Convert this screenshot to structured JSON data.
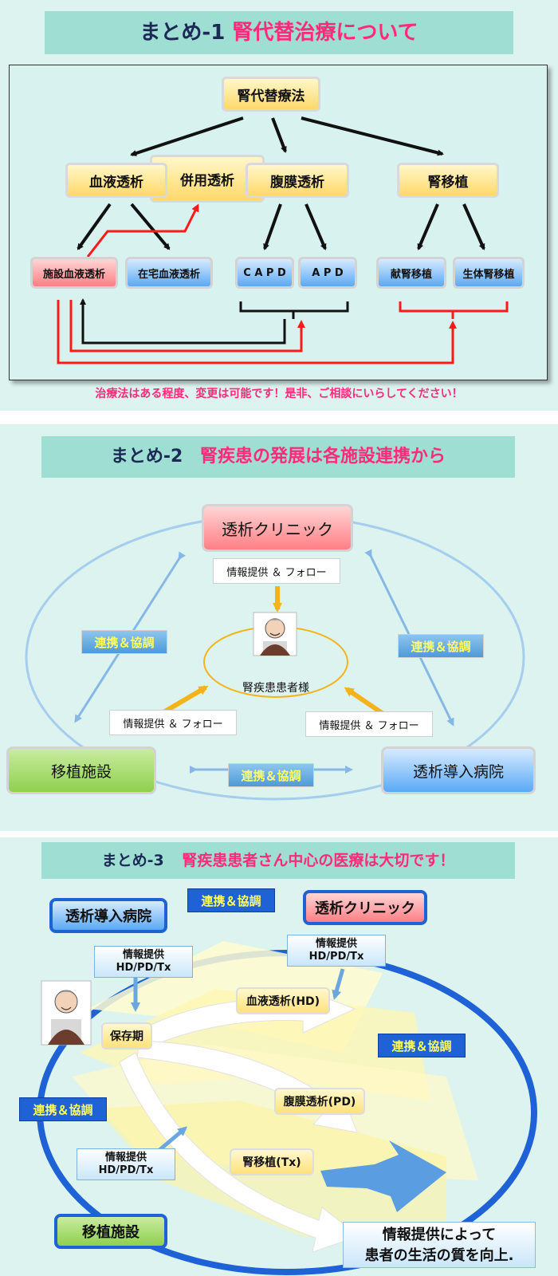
{
  "section1": {
    "banner_prefix": "まとめ-1",
    "banner_main": "腎代替治療について",
    "root": "腎代替療法",
    "level1": [
      "血液透析",
      "併用透析",
      "腹膜透析",
      "腎移植"
    ],
    "level2": [
      "施設血液透析",
      "在宅血液透析",
      "C A P D",
      "A P D",
      "献腎移植",
      "生体腎移植"
    ],
    "note": "治療法はある程度、変更は可能です！是非、ご相談にいらしてください！"
  },
  "section2": {
    "banner_prefix": "まとめ-2",
    "banner_main": "腎疾患の発展は各施設連携から",
    "clinic": "透析クリニック",
    "transplant": "移植施設",
    "hospital": "透析導入病院",
    "patient": "腎疾患患者様",
    "info_label": "情報提供 ＆ フォロー",
    "coop_label": "連携＆協調"
  },
  "section3": {
    "banner_prefix": "まとめ-3",
    "banner_main": "腎疾患患者さん中心の医療は大切です！",
    "hospital": "透析導入病院",
    "clinic": "透析クリニック",
    "transplant": "移植施設",
    "coop_label": "連携＆協調",
    "info_line1": "情報提供",
    "info_line2": "HD/PD/Tx",
    "stage": "保存期",
    "hd": "血液透析(HD)",
    "pd": "腹膜透析(PD)",
    "tx": "腎移植(Tx)",
    "result_line1": "情報提供によって",
    "result_line2": "患者の生活の質を向上."
  },
  "colors": {
    "section_bg": "#ddf3ef",
    "banner_bg": "#9fded2",
    "accent_pink": "#ff2a7a",
    "ring_blue": "#1e62d6",
    "arrow_red": "#ff1a1a",
    "arrow_orange": "#f5b31a"
  }
}
